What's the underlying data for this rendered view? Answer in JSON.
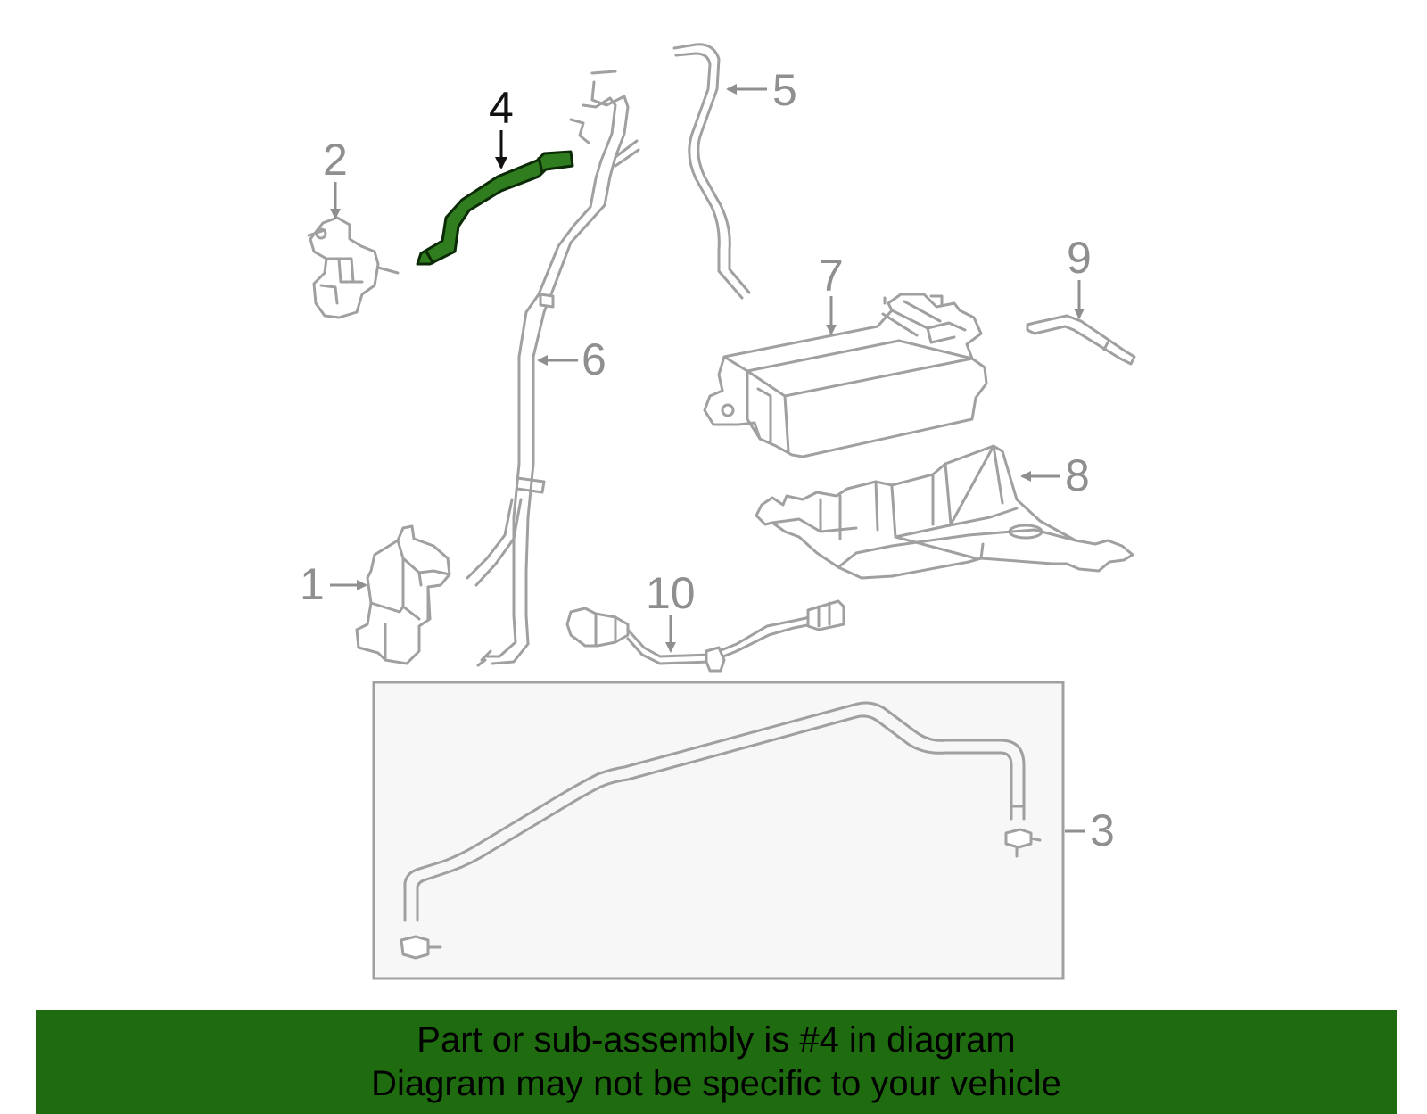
{
  "callouts": {
    "c1": "1",
    "c2": "2",
    "c3": "3",
    "c4": "4",
    "c5": "5",
    "c6": "6",
    "c7": "7",
    "c8": "8",
    "c9": "9",
    "c10": "10"
  },
  "highlighted_part": "4",
  "colors": {
    "highlight": "#2f7d1e",
    "banner": "#1f6b10",
    "line_art": "#a0a0a0"
  },
  "banner": {
    "line1": "Part or sub-assembly is #4 in diagram",
    "line2": "Diagram may not be specific to your vehicle"
  }
}
